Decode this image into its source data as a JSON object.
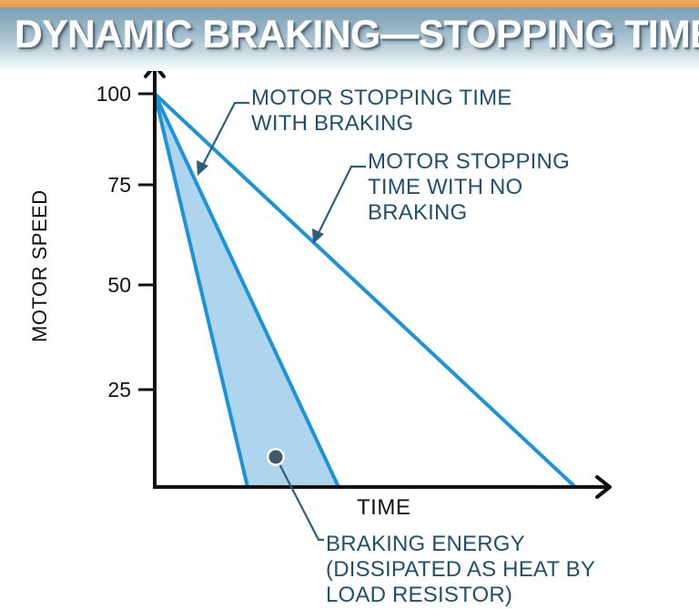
{
  "header": {
    "title": "DYNAMIC BRAKING—STOPPING TIME",
    "accent_orange": "#eda055",
    "banner_blue": "#7ba0b5"
  },
  "chart_data": {
    "type": "line",
    "title": "DYNAMIC BRAKING—STOPPING TIME",
    "xlabel": "TIME",
    "ylabel": "MOTOR SPEED",
    "x_tick_labels": [],
    "y_tick_labels": [
      "100",
      "75",
      "50",
      "25"
    ],
    "y_tick_values": [
      100,
      75,
      50,
      25
    ],
    "ylim": [
      0,
      110
    ],
    "xlim": [
      0,
      100
    ],
    "grid": false,
    "legend": "none",
    "series": [
      {
        "name": "MOTOR STOPPING TIME WITH BRAKING (fast)",
        "color": "#1b93d8",
        "x": [
          0,
          20.5
        ],
        "y": [
          100,
          0
        ]
      },
      {
        "name": "MOTOR STOPPING TIME WITH BRAKING (slow edge)",
        "color": "#1b93d8",
        "x": [
          0,
          40.3
        ],
        "y": [
          100,
          0
        ]
      },
      {
        "name": "MOTOR STOPPING TIME WITH NO BRAKING",
        "color": "#1b93d8",
        "x": [
          0,
          92.0
        ],
        "y": [
          100,
          0
        ]
      }
    ],
    "shaded_region": {
      "name": "BRAKING ENERGY",
      "fill": "#aed4ee",
      "stroke": "#1b93d8",
      "between_series": [
        0,
        1
      ]
    },
    "annotations": [
      {
        "name": "motor-stopping-time-with-braking",
        "text": "MOTOR STOPPING TIME\nWITH BRAKING",
        "color": "#1f5070"
      },
      {
        "name": "motor-stopping-time-with-no-braking",
        "text": "MOTOR STOPPING\nTIME WITH NO\nBRAKING",
        "color": "#1f5070"
      },
      {
        "name": "braking-energy",
        "text": "BRAKING ENERGY\n(DISSIPATED AS HEAT BY\nLOAD RESISTOR)",
        "color": "#1f5070"
      }
    ]
  },
  "axes": {
    "y_title": "MOTOR SPEED",
    "x_title": "TIME",
    "ticks": [
      {
        "label": "100"
      },
      {
        "label": "75"
      },
      {
        "label": "50"
      },
      {
        "label": "25"
      }
    ]
  },
  "callouts": {
    "braking": "MOTOR STOPPING TIME\nWITH BRAKING",
    "no_braking": "MOTOR STOPPING\nTIME WITH NO\nBRAKING",
    "energy": "BRAKING ENERGY\n(DISSIPATED AS HEAT BY\nLOAD RESISTOR)"
  },
  "colors": {
    "line_blue": "#1b93d8",
    "fill_blue": "#aed4ee",
    "callout_text": "#1f5070",
    "axis_black": "#101010",
    "marker_dot": "#3d5a68"
  }
}
